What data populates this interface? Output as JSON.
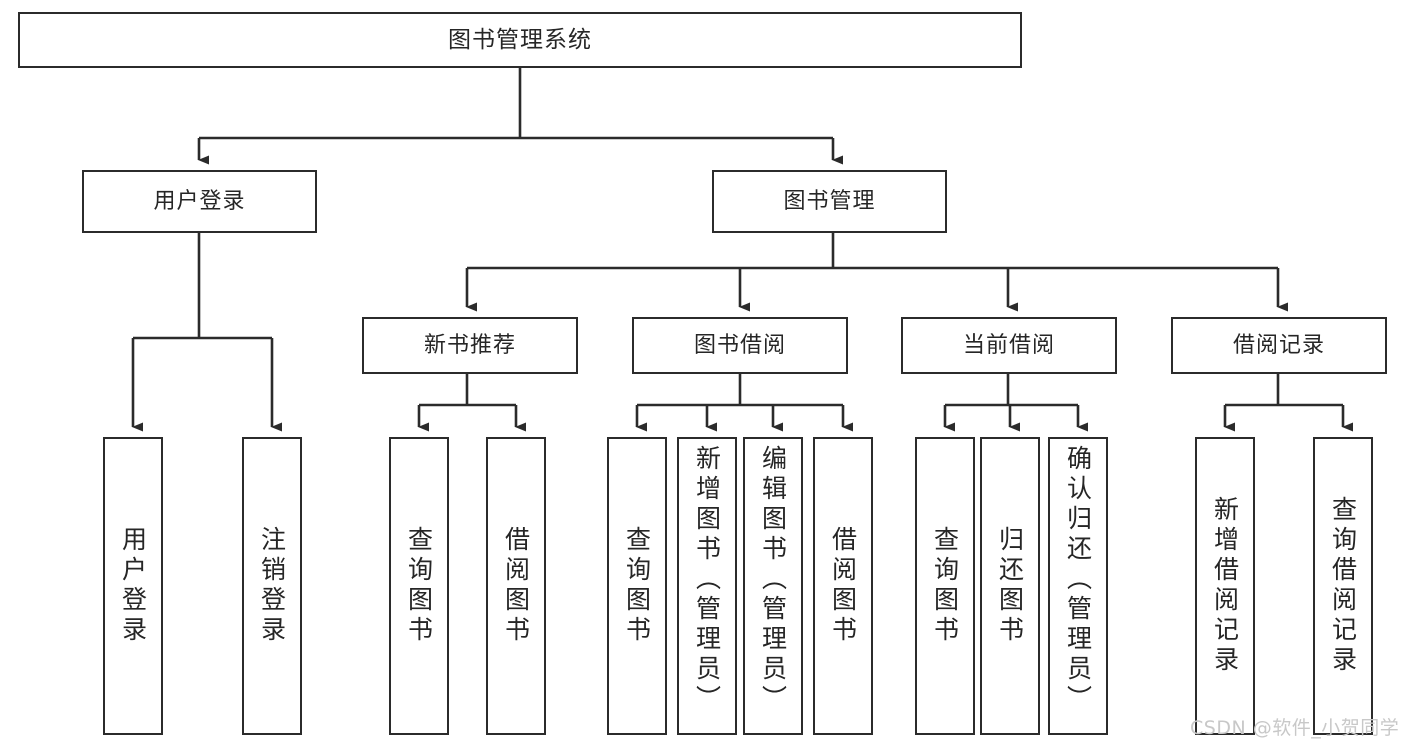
{
  "diagram": {
    "type": "tree-hierarchy-flowchart",
    "title": "图书管理系统",
    "colors": {
      "box_border": "#2b2b2b",
      "box_fill": "#ffffff",
      "connector": "#2b2b2b",
      "text": "#262626",
      "background": "#ffffff",
      "watermark": "#c8c8c8"
    },
    "root": {
      "id": "root",
      "label": "图书管理系统",
      "orientation": "horizontal"
    },
    "level2": [
      {
        "id": "user-login",
        "label": "用户登录",
        "orientation": "horizontal"
      },
      {
        "id": "book-manage",
        "label": "图书管理",
        "orientation": "horizontal"
      }
    ],
    "level3": [
      {
        "id": "new-book-recommend",
        "label": "新书推荐",
        "orientation": "horizontal",
        "parent": "book-manage"
      },
      {
        "id": "book-borrow",
        "label": "图书借阅",
        "orientation": "horizontal",
        "parent": "book-manage"
      },
      {
        "id": "current-borrow",
        "label": "当前借阅",
        "orientation": "horizontal",
        "parent": "book-manage"
      },
      {
        "id": "borrow-record",
        "label": "借阅记录",
        "orientation": "horizontal",
        "parent": "book-manage"
      }
    ],
    "leaves": [
      {
        "id": "leaf-user-login",
        "label": "用户登录",
        "parent": "user-login"
      },
      {
        "id": "leaf-user-logout",
        "label": "注销登录",
        "parent": "user-login"
      },
      {
        "id": "leaf-query-book-1",
        "label": "查询图书",
        "parent": "new-book-recommend"
      },
      {
        "id": "leaf-borrow-book-1",
        "label": "借阅图书",
        "parent": "new-book-recommend"
      },
      {
        "id": "leaf-query-book-2",
        "label": "查询图书",
        "parent": "book-borrow"
      },
      {
        "id": "leaf-add-book-admin",
        "label": "新增图书（管理员）",
        "parent": "book-borrow"
      },
      {
        "id": "leaf-edit-book-admin",
        "label": "编辑图书（管理员）",
        "parent": "book-borrow"
      },
      {
        "id": "leaf-borrow-book-2",
        "label": "借阅图书",
        "parent": "book-borrow"
      },
      {
        "id": "leaf-query-book-3",
        "label": "查询图书",
        "parent": "current-borrow"
      },
      {
        "id": "leaf-return-book",
        "label": "归还图书",
        "parent": "current-borrow"
      },
      {
        "id": "leaf-confirm-return-admin",
        "label": "确认归还（管理员）",
        "parent": "current-borrow"
      },
      {
        "id": "leaf-add-borrow-record",
        "label": "新增借阅记录",
        "parent": "borrow-record"
      },
      {
        "id": "leaf-query-borrow-record",
        "label": "查询借阅记录",
        "parent": "borrow-record"
      }
    ]
  },
  "watermark": {
    "text": "CSDN @软件_小贺同学"
  }
}
